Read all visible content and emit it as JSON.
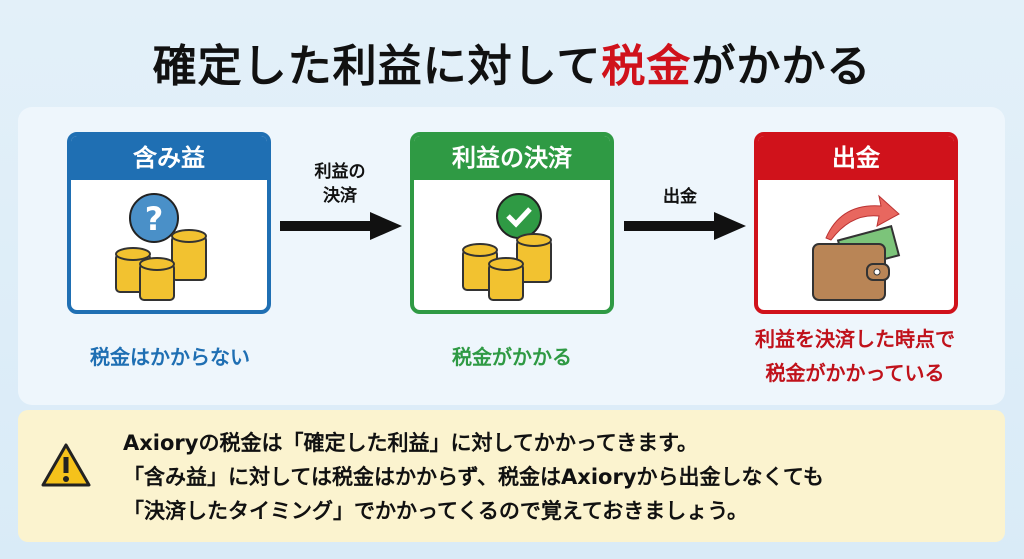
{
  "title": {
    "part1": "確定した利益に対して",
    "highlight": "税金",
    "part2": "がかかる"
  },
  "steps": [
    {
      "header": "含み益",
      "icon": "coins-question-icon",
      "caption": "税金はかからない",
      "color": "#1f6fb3"
    },
    {
      "header": "利益の決済",
      "icon": "coins-check-icon",
      "caption": "税金がかかる",
      "color": "#2f9a44"
    },
    {
      "header": "出金",
      "icon": "wallet-withdraw-icon",
      "caption_lines": [
        "利益を決済した時点で",
        "税金がかかっている"
      ],
      "color": "#d0121b"
    }
  ],
  "arrows": [
    {
      "label_lines": [
        "利益の",
        "決済"
      ]
    },
    {
      "label_lines": [
        "出金"
      ]
    }
  ],
  "note": {
    "icon": "warning-icon",
    "lines": [
      "Axioryの税金は「確定した利益」に対してかかってきます。",
      "「含み益」に対しては税金はかからず、税金はAxioryから出金しなくても",
      "「決済したタイミング」でかかってくるので覚えておきましょう。"
    ]
  }
}
